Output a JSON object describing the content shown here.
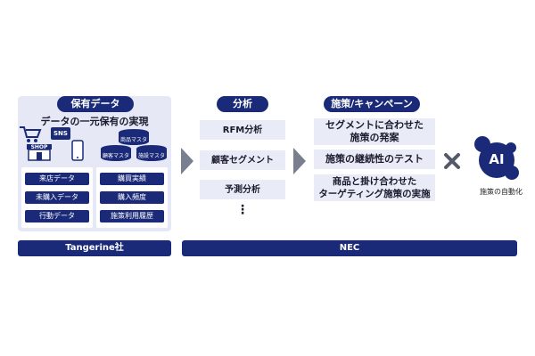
{
  "left": {
    "title": "保有データ",
    "subtitle": "データの一元保有の実現",
    "sns_label": "SNS",
    "shop_label": "SHOP",
    "db_labels": [
      "商品マスタ",
      "顧客マスタ",
      "施設マスタ"
    ],
    "data_left": [
      "来店データ",
      "未購入データ",
      "行動データ"
    ],
    "data_right": [
      "購買実績",
      "購入頻度",
      "施策利用履歴"
    ],
    "footer": "Tangerine社"
  },
  "middle": {
    "title": "分析",
    "items": [
      "RFM分析",
      "顧客セグメント",
      "予測分析"
    ],
    "ellipsis": "⋮"
  },
  "right": {
    "title": "施策/キャンペーン",
    "items": [
      "セグメントに合わせた\n施策の発案",
      "施策の継続性のテスト",
      "商品と掛け合わせた\nターゲティング施策の実施"
    ]
  },
  "nec_footer": "NEC",
  "ai": {
    "label": "AI",
    "caption": "施策の自動化"
  },
  "colors": {
    "navy": "#1a2a78",
    "panel": "#e6e8f6",
    "arrow": "#7a7f90"
  }
}
